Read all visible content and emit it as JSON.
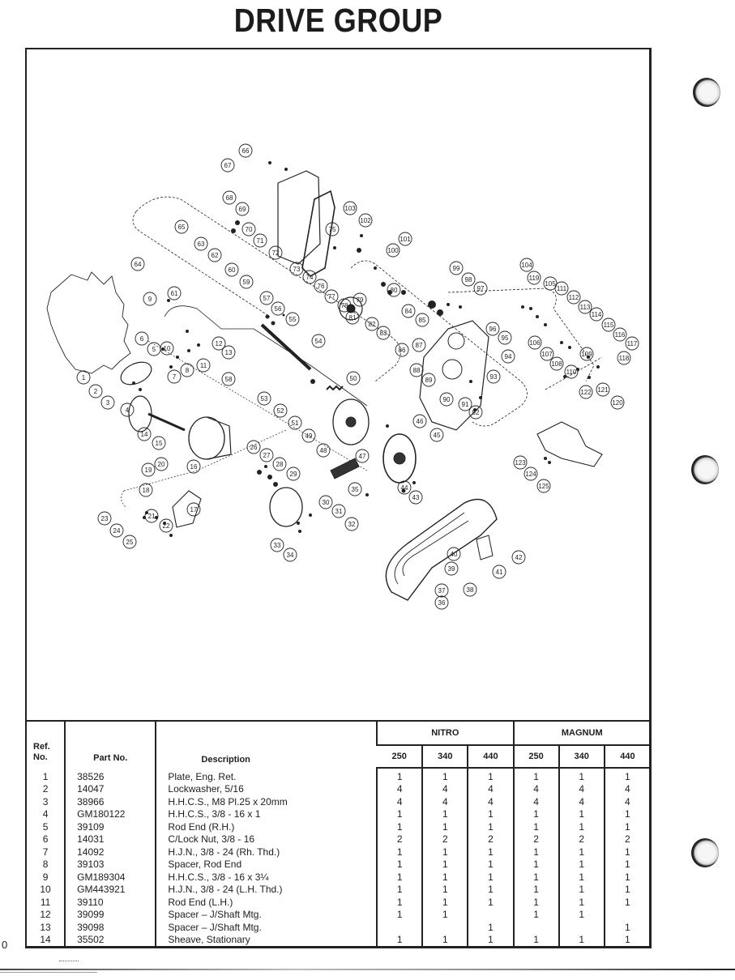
{
  "page": {
    "title": "DRIVE GROUP",
    "margin_mark": "0"
  },
  "diagram": {
    "description": "Exploded parts diagram of snowmobile drive group",
    "callouts": [
      "1",
      "2",
      "3",
      "4",
      "5",
      "6",
      "7",
      "8",
      "9",
      "10",
      "11",
      "12",
      "13",
      "14",
      "15",
      "16",
      "17",
      "18",
      "19",
      "20",
      "21",
      "22",
      "23",
      "24",
      "25",
      "26",
      "27",
      "28",
      "29",
      "30",
      "31",
      "32",
      "33",
      "34",
      "35",
      "36",
      "37",
      "38",
      "39",
      "40",
      "41",
      "42",
      "43",
      "44",
      "45",
      "46",
      "47",
      "48",
      "49",
      "50",
      "51",
      "52",
      "53",
      "54",
      "55",
      "56",
      "57",
      "58",
      "59",
      "60",
      "61",
      "62",
      "63",
      "64",
      "65",
      "66",
      "67",
      "68",
      "69",
      "70",
      "71",
      "72",
      "73",
      "74",
      "75",
      "76",
      "77",
      "78",
      "79",
      "80",
      "81",
      "82",
      "83",
      "84",
      "85",
      "86",
      "87",
      "88",
      "89",
      "90",
      "91",
      "92",
      "93",
      "94",
      "95",
      "96",
      "97",
      "98",
      "99",
      "100",
      "101",
      "102",
      "103",
      "104",
      "105",
      "106",
      "107",
      "108",
      "109",
      "110",
      "111",
      "112",
      "113",
      "114",
      "115",
      "116",
      "117",
      "118",
      "119",
      "120",
      "121",
      "122",
      "123",
      "124",
      "125"
    ]
  },
  "table": {
    "headers": {
      "ref": "Ref. No.",
      "ref_line1": "Ref.",
      "ref_line2": "No.",
      "part": "Part No.",
      "description": "Description",
      "groups": [
        {
          "name": "NITRO",
          "models": [
            "250",
            "340",
            "440"
          ]
        },
        {
          "name": "MAGNUM",
          "models": [
            "250",
            "340",
            "440"
          ]
        }
      ]
    },
    "rows": [
      {
        "ref": "1",
        "part": "38526",
        "desc": "Plate, Eng. Ret.",
        "qty": [
          "1",
          "1",
          "1",
          "1",
          "1",
          "1"
        ]
      },
      {
        "ref": "2",
        "part": "14047",
        "desc": "Lockwasher, 5/16",
        "qty": [
          "4",
          "4",
          "4",
          "4",
          "4",
          "4"
        ]
      },
      {
        "ref": "3",
        "part": "38966",
        "desc": "H.H.C.S., M8 Pl.25 x 20mm",
        "qty": [
          "4",
          "4",
          "4",
          "4",
          "4",
          "4"
        ]
      },
      {
        "ref": "4",
        "part": "GM180122",
        "desc": "H.H.C.S., 3/8 - 16 x 1",
        "qty": [
          "1",
          "1",
          "1",
          "1",
          "1",
          "1"
        ]
      },
      {
        "ref": "5",
        "part": "39109",
        "desc": "Rod End (R.H.)",
        "qty": [
          "1",
          "1",
          "1",
          "1",
          "1",
          "1"
        ]
      },
      {
        "ref": "6",
        "part": "14031",
        "desc": "C/Lock Nut, 3/8 - 16",
        "qty": [
          "2",
          "2",
          "2",
          "2",
          "2",
          "2"
        ]
      },
      {
        "ref": "7",
        "part": "14092",
        "desc": "H.J.N., 3/8 - 24 (Rh. Thd.)",
        "qty": [
          "1",
          "1",
          "1",
          "1",
          "1",
          "1"
        ]
      },
      {
        "ref": "8",
        "part": "39103",
        "desc": "Spacer, Rod End",
        "qty": [
          "1",
          "1",
          "1",
          "1",
          "1",
          "1"
        ]
      },
      {
        "ref": "9",
        "part": "GM189304",
        "desc": "H.H.C.S., 3/8 - 16 x 3¼",
        "qty": [
          "1",
          "1",
          "1",
          "1",
          "1",
          "1"
        ]
      },
      {
        "ref": "10",
        "part": "GM443921",
        "desc": "H.J.N., 3/8 - 24 (L.H. Thd.)",
        "qty": [
          "1",
          "1",
          "1",
          "1",
          "1",
          "1"
        ]
      },
      {
        "ref": "11",
        "part": "39110",
        "desc": "Rod End (L.H.)",
        "qty": [
          "1",
          "1",
          "1",
          "1",
          "1",
          "1"
        ]
      },
      {
        "ref": "12",
        "part": "39099",
        "desc": "Spacer – J/Shaft Mtg.",
        "qty": [
          "1",
          "1",
          "",
          "1",
          "1",
          ""
        ]
      },
      {
        "ref": "13",
        "part": "39098",
        "desc": "Spacer – J/Shaft Mtg.",
        "qty": [
          "",
          "",
          "1",
          "",
          "",
          "1"
        ]
      },
      {
        "ref": "14",
        "part": "35502",
        "desc": "Sheave, Stationary",
        "qty": [
          "1",
          "1",
          "1",
          "1",
          "1",
          "1"
        ]
      }
    ]
  }
}
